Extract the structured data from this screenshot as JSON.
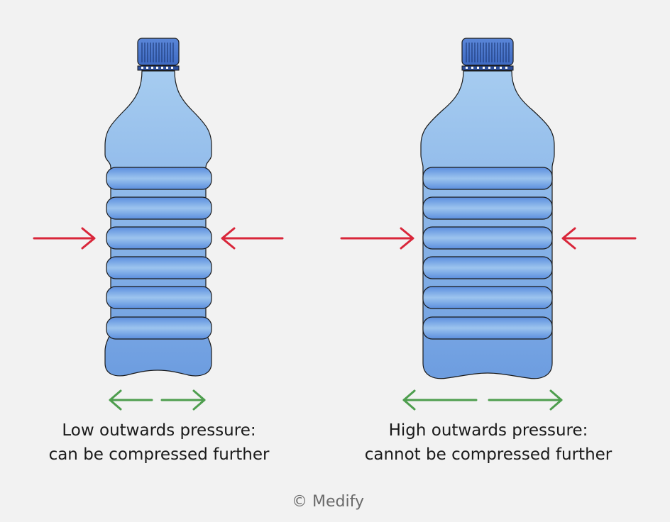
{
  "bottles": [
    {
      "id": "low",
      "caption_line1": "Low outwards pressure:",
      "caption_line2": "can be compressed further",
      "squeeze_color": "#d9263a",
      "pressure_color": "#4e9e4e",
      "pressure_strength": "low"
    },
    {
      "id": "high",
      "caption_line1": "High outwards pressure:",
      "caption_line2": "cannot be compressed further",
      "squeeze_color": "#d9263a",
      "pressure_color": "#4e9e4e",
      "pressure_strength": "high"
    }
  ],
  "colors": {
    "background": "#f2f2f2",
    "bottle_light": "#9fc6ee",
    "bottle_dark": "#6d9de0",
    "cap": "#4a76cf",
    "outline": "#1a1a1a"
  },
  "copyright": "© Medify"
}
